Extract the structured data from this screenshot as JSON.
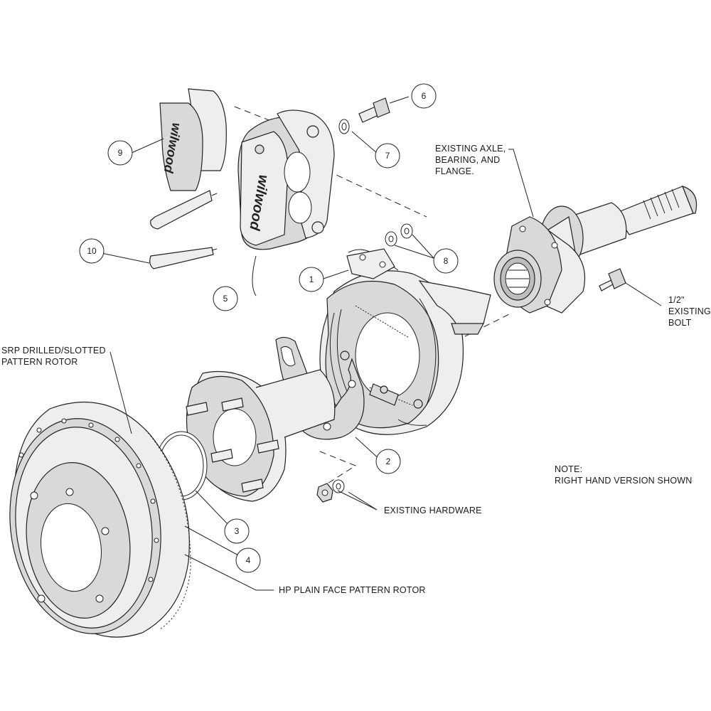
{
  "diagram": {
    "brand_text": "wilwood",
    "callouts": [
      {
        "id": "c1",
        "number": "1"
      },
      {
        "id": "c2",
        "number": "2"
      },
      {
        "id": "c3",
        "number": "3"
      },
      {
        "id": "c4",
        "number": "4"
      },
      {
        "id": "c5",
        "number": "5"
      },
      {
        "id": "c6",
        "number": "6"
      },
      {
        "id": "c7",
        "number": "7"
      },
      {
        "id": "c8",
        "number": "8"
      },
      {
        "id": "c9",
        "number": "9"
      },
      {
        "id": "c10",
        "number": "10"
      }
    ],
    "labels": {
      "existing_axle": [
        "EXISTING AXLE,",
        "BEARING, AND",
        "FLANGE."
      ],
      "existing_bolt": [
        "1/2\"",
        "EXISTING",
        "BOLT"
      ],
      "srp_rotor": [
        "SRP DRILLED/SLOTTED",
        "PATTERN ROTOR"
      ],
      "note": [
        "NOTE:",
        "RIGHT HAND VERSION SHOWN"
      ],
      "existing_hardware": "EXISTING HARDWARE",
      "hp_rotor": "HP PLAIN FACE PATTERN ROTOR"
    }
  }
}
